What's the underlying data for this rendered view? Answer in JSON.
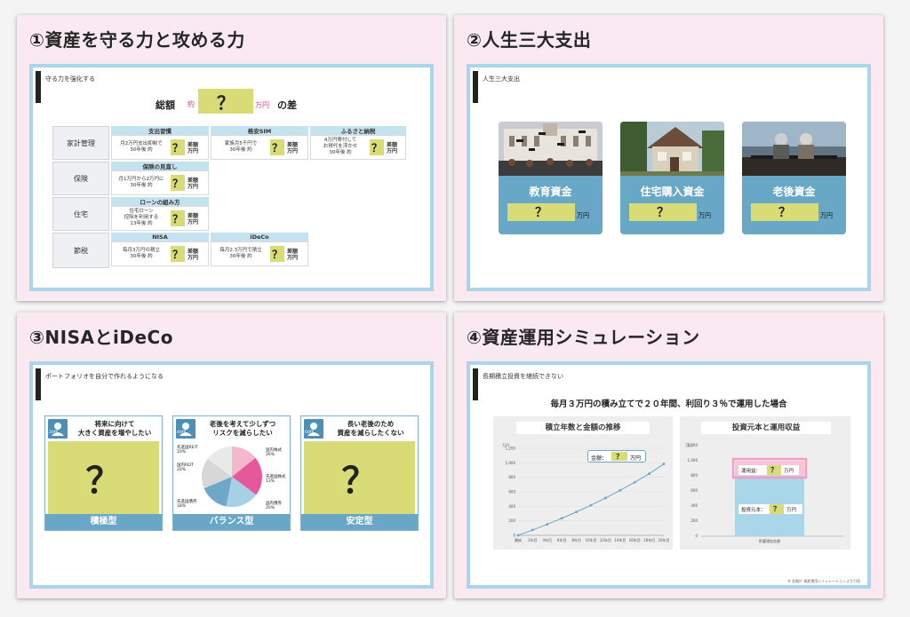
{
  "panels": {
    "p1": {
      "title": "①資産を守る力と攻める力",
      "slide_label": "守る力を強化する",
      "headline": {
        "prefix": "総額",
        "yaku": "約",
        "q": "？",
        "unit": "万円",
        "suffix": "の差"
      },
      "rows": [
        "家計管理",
        "保険",
        "住宅",
        "節税"
      ],
      "headers": {
        "c1": "支出習慣",
        "c2": "格安SIM",
        "c3": "ふるさと納税",
        "r2": "保険の見直し",
        "r3": "ローンの組み方",
        "r4a": "NISA",
        "r4b": "iDeCo"
      },
      "cells": {
        "c1": [
          "月2万円支出抑制で",
          "30年後 約"
        ],
        "c2": [
          "家族月5千円で",
          "30年後 約"
        ],
        "c3": [
          "4万円寄付して",
          "お得代を浮かせ",
          "30年後 約"
        ],
        "r2": [
          "月1万円から2万円に",
          "30年後 約"
        ],
        "r3": [
          "住宅ローン",
          "控除を利用する",
          "13年後 約"
        ],
        "r4a": [
          "毎月3万円の積立",
          "30年後 約"
        ],
        "r4b": [
          "毎月2.3万円で積立",
          "30年後 約"
        ]
      },
      "q": "？",
      "diff": [
        "差額",
        "万円"
      ]
    },
    "p2": {
      "title": "②人生三大支出",
      "slide_label": "人生三大支出",
      "cards": [
        {
          "label": "教育資金",
          "q": "？",
          "unit": "万円"
        },
        {
          "label": "住宅購入資金",
          "q": "？",
          "unit": "万円"
        },
        {
          "label": "老後資金",
          "q": "？",
          "unit": "万円"
        }
      ]
    },
    "p3": {
      "title": "③NISAとiDeCo",
      "slide_label": "ポートフォリオを自分で作れるようになる",
      "cards": [
        {
          "age": "20代",
          "head": [
            "将来に向けて",
            "大きく資産を増やしたい"
          ],
          "q": "？",
          "type": "積極型"
        },
        {
          "age": "40代",
          "head": [
            "老後を考えて少しずつ",
            "リスクを減らしたい"
          ],
          "type": "バランス型"
        },
        {
          "age": "60代",
          "head": [
            "長い老後のため",
            "資産を減らしたくない"
          ],
          "q": "？",
          "type": "安定型"
        }
      ],
      "pie_labels": [
        {
          "name": "先進国REIT",
          "value": "10%"
        },
        {
          "name": "国内REIT",
          "value": "20%"
        },
        {
          "name": "先進国債券",
          "value": "18%"
        },
        {
          "name": "国内株式",
          "value": "26%"
        },
        {
          "name": "先進国株式",
          "value": "13%"
        },
        {
          "name": "国内債券",
          "value": "20%"
        }
      ]
    },
    "p4": {
      "title": "④資産運用シミュレーション",
      "slide_label": "長期積立投資を継続できない",
      "headline": "毎月３万円の積み立てで２０年間、利回り３％で運用した場合",
      "chart1_title": "積立年数と金額の推移",
      "chart2_title": "投資元本と運用収益",
      "callout": {
        "label": "金額：",
        "q": "？",
        "unit": "万円"
      },
      "profit": {
        "label": "運用益：",
        "q": "？",
        "unit": "万円"
      },
      "principal": {
        "label": "投資元本：",
        "q": "？",
        "unit": "万円"
      },
      "bar_label": "貯蓄増加金額",
      "footnote": "※ 金融庁 資産運用シミュレーションより引用"
    }
  },
  "chart_data": {
    "type": "line",
    "ylabel": "万円",
    "x": [
      "開始",
      "2年目",
      "4年目",
      "6年目",
      "8年目",
      "10年目",
      "12年目",
      "14年目",
      "16年目",
      "18年目",
      "20年目"
    ],
    "y_ticks": [
      "0",
      "200",
      "400",
      "600",
      "800",
      "1,000",
      "1,200"
    ],
    "ylim": [
      0,
      1200
    ],
    "series": [
      {
        "values": [
          0,
          74,
          152,
          235,
          323,
          416,
          515,
          620,
          732,
          850,
          985
        ]
      }
    ]
  },
  "colors": {
    "accent_blue": "#69a7c6",
    "q_yellow": "#d8db76",
    "pink": "#e4408c",
    "panel_bg": "#fbe9f1",
    "slide_border": "#a9d6e8"
  }
}
